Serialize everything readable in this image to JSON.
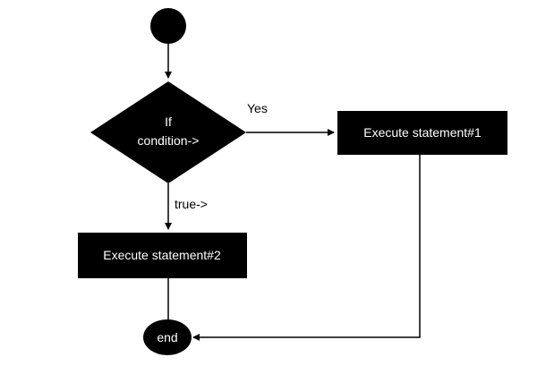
{
  "diagram": {
    "colors": {
      "node_fill": "#000000",
      "node_text": "#ffffff",
      "line": "#000000",
      "background": "#ffffff"
    },
    "nodes": {
      "start": {
        "shape": "circle",
        "label": ""
      },
      "decision": {
        "shape": "diamond",
        "label_line1": "If",
        "label_line2": "condition->"
      },
      "statement1": {
        "shape": "rectangle",
        "label": "Execute statement#1"
      },
      "statement2": {
        "shape": "rectangle",
        "label": "Execute statement#2"
      },
      "end": {
        "shape": "ellipse",
        "label": "end"
      }
    },
    "edge_labels": {
      "yes": "Yes",
      "true": "true->"
    }
  }
}
